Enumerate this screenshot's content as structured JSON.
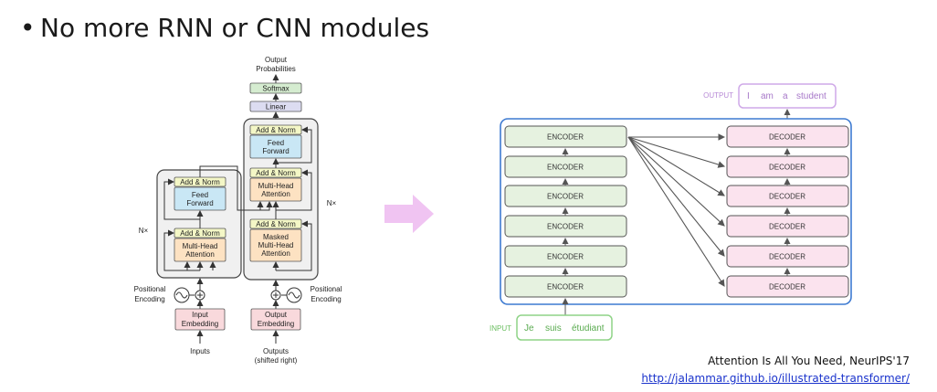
{
  "bullet": {
    "symbol": "•",
    "text": "No more RNN or CNN modules"
  },
  "transformer": {
    "output_label_1": "Output",
    "output_label_2": "Probabilities",
    "softmax": "Softmax",
    "linear": "Linear",
    "add_norm": "Add & Norm",
    "feed_forward_1": "Feed",
    "feed_forward_2": "Forward",
    "multi_head_1": "Multi-Head",
    "multi_head_2": "Attention",
    "masked_1": "Masked",
    "masked_2": "Multi-Head",
    "masked_3": "Attention",
    "nx": "N×",
    "positional_1": "Positional",
    "positional_2": "Encoding",
    "input_embedding_1": "Input",
    "input_embedding_2": "Embedding",
    "output_embedding_1": "Output",
    "output_embedding_2": "Embedding",
    "inputs": "Inputs",
    "outputs_1": "Outputs",
    "outputs_2": "(shifted right)"
  },
  "stack": {
    "output_label": "OUTPUT",
    "output_words": [
      "I",
      "am",
      "a",
      "student"
    ],
    "input_label": "INPUT",
    "input_words": [
      "Je",
      "suis",
      "étudiant"
    ],
    "encoders": [
      "ENCODER",
      "ENCODER",
      "ENCODER",
      "ENCODER",
      "ENCODER",
      "ENCODER"
    ],
    "decoders": [
      "DECODER",
      "DECODER",
      "DECODER",
      "DECODER",
      "DECODER",
      "DECODER"
    ]
  },
  "citation": {
    "paper": "Attention Is All You Need, NeurIPS'17",
    "link": "http://jalammar.github.io/illustrated-transformer/"
  },
  "colors": {
    "encoder_fill": "#e6f2e0",
    "decoder_fill": "#fbe3ee",
    "add_norm_fill": "#f4f7c6",
    "feed_forward_fill": "#c9e7f5",
    "attention_fill": "#fde2c2",
    "embedding_fill": "#f9d9dc",
    "softmax_fill": "#d5ecd0",
    "linear_fill": "#dcdcf1",
    "stack_border": "#3d7ad1",
    "input_green": "#6cbf62",
    "output_purple": "#b88ad6",
    "arrow_pink": "#f0c4f2"
  }
}
